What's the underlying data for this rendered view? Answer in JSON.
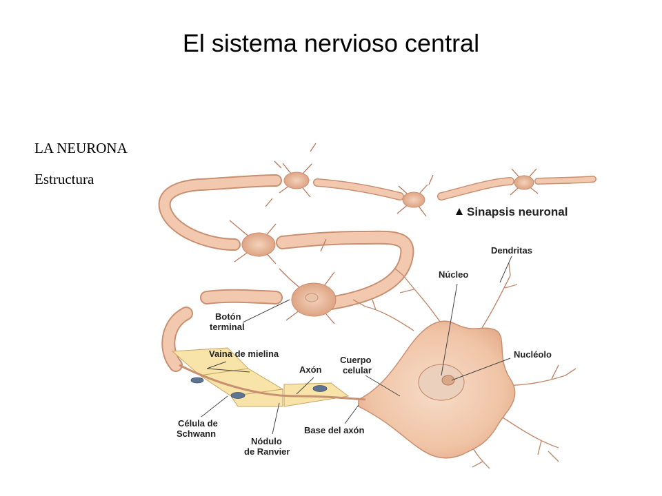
{
  "title": "El sistema nervioso central",
  "heading": "LA NEURONA",
  "subheading": "Estructura",
  "labels": {
    "synapse": "Sinapsis neuronal",
    "dendrites": "Dendritas",
    "nucleus": "Núcleo",
    "nucleolus": "Nucléolo",
    "terminal_1": "Botón",
    "terminal_2": "terminal",
    "myelin": "Vaina de mielina",
    "axon": "Axón",
    "body_1": "Cuerpo",
    "body_2": "celular",
    "schwann_1": "Célula de",
    "schwann_2": "Schwann",
    "ranvier_1": "Nódulo",
    "ranvier_2": "de Ranvier",
    "axon_base": "Base del axón"
  },
  "colors": {
    "cell_fill": "#f2c9ae",
    "cell_edge": "#c98f71",
    "myelin_fill": "#f8e4a8",
    "schwann_nucleus": "#5d7391",
    "nucleus_fill": "#ead0bd"
  }
}
